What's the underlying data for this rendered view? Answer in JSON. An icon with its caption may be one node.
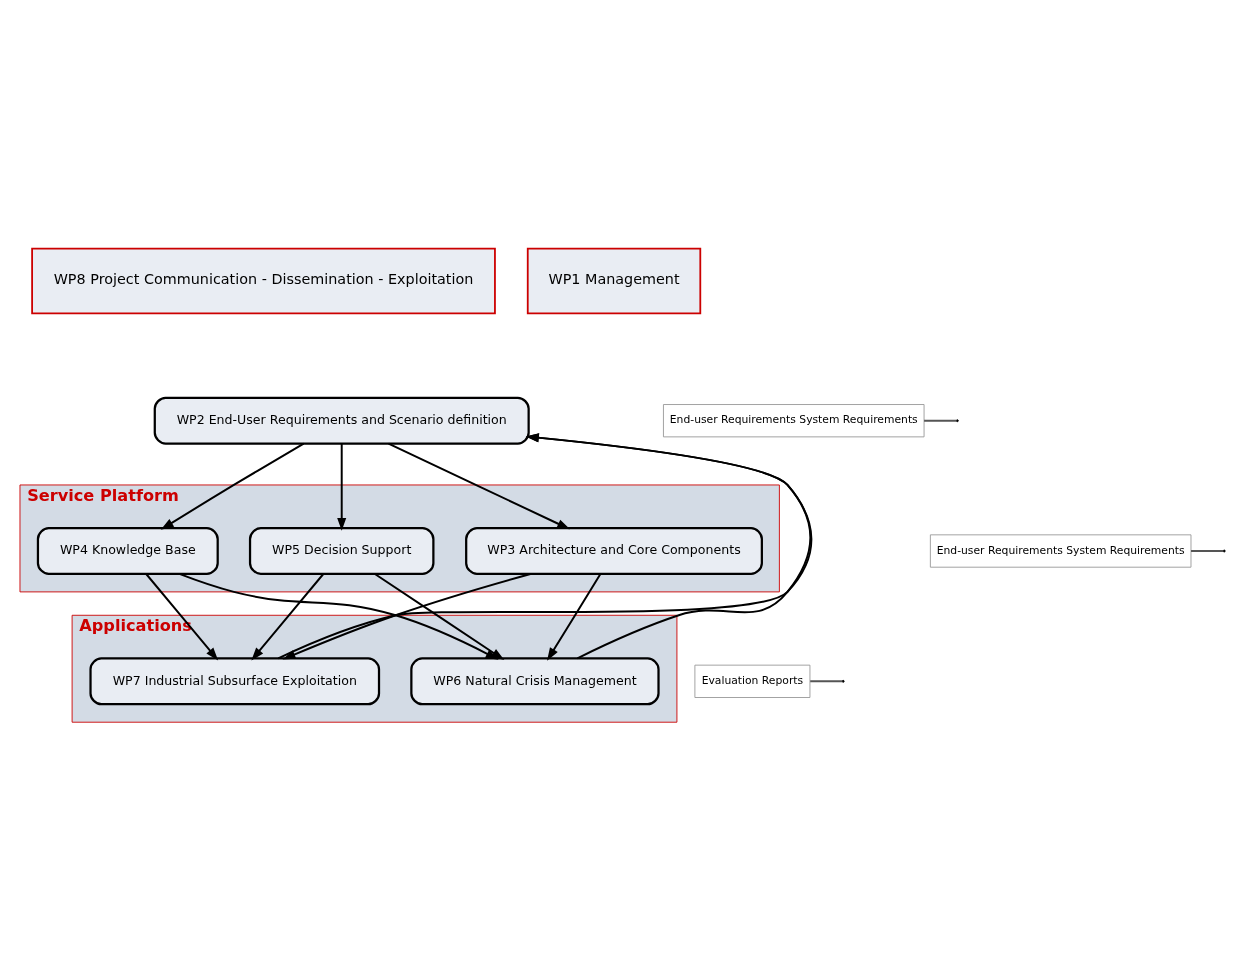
{
  "diagram": {
    "nodes": [
      {
        "text": [
          "WP1 Management"
        ]
      },
      {
        "text": [
          "WP2 End-User Requirements and Scenario definition"
        ]
      },
      {
        "text": [
          "Service Platform"
        ]
      },
      {
        "text": [
          "WP4 Knowledge Base"
        ],
        "in": 2
      },
      {
        "text": [
          "WP3 Architecture and Core Components"
        ],
        "in": 2
      },
      {
        "text": [
          "WP5 Decision Support"
        ],
        "in": 2
      },
      {
        "text": [
          "Applications"
        ]
      },
      {
        "text": [
          "WP6 Natural Crisis Management"
        ],
        "in": 6
      },
      {
        "text": [
          "WP7 Industrial Subsurface Exploitation"
        ],
        "in": 6
      },
      {
        "text": [
          "WP8 Project Communication - Dissemination - Exploitation"
        ]
      },
      {
        "text": [
          "End-user Requirements System Requirements"
        ]
      },
      {
        "text": [
          "End-user Requirements System Requirements"
        ]
      },
      {
        "text": [
          "Evaluation Reports"
        ]
      }
    ],
    "edges": [
      {
        "from": 1,
        "to": 3,
        "arrow": "to"
      },
      {
        "from": 1,
        "to": 4,
        "arrow": "to"
      },
      {
        "from": 1,
        "to": 5,
        "arrow": "to"
      },
      {
        "from": 3,
        "to": 7,
        "arrow": "to"
      },
      {
        "from": 3,
        "to": 8,
        "arrow": "to"
      },
      {
        "from": 4,
        "to": 7,
        "arrow": "to"
      },
      {
        "from": 4,
        "to": 8,
        "arrow": "to"
      },
      {
        "from": 5,
        "to": 7,
        "arrow": "to"
      },
      {
        "from": 5,
        "to": 8,
        "arrow": "to"
      },
      {
        "from": 7,
        "to": 1,
        "arrow": "to"
      },
      {
        "from": 8,
        "to": 1,
        "arrow": "to"
      },
      {
        "from": 10,
        "to": null,
        "arrow": "none",
        "color": "#555555"
      },
      {
        "from": 11,
        "to": null,
        "arrow": "none",
        "color": "#555555"
      },
      {
        "from": 12,
        "to": null,
        "arrow": "none",
        "color": "#555555"
      }
    ]
  }
}
